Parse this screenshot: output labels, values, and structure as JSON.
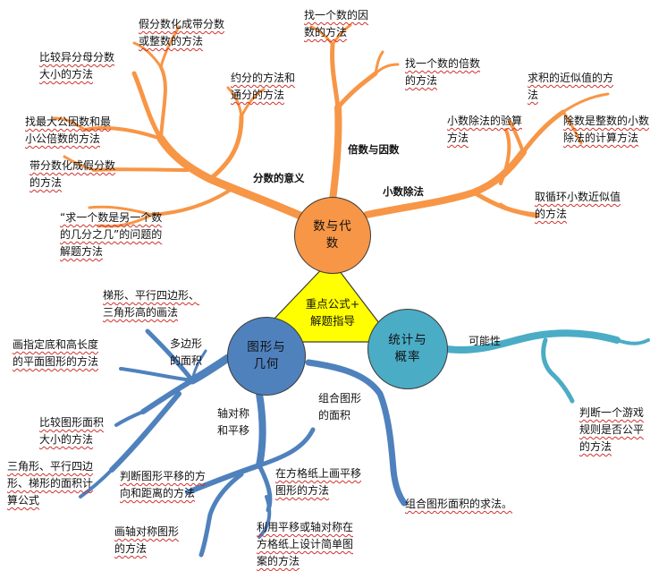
{
  "center": {
    "line1": "重点公式+",
    "line2": "解题指导"
  },
  "colors": {
    "algebra": "#f79646",
    "geometry": "#4f81bd",
    "stats": "#4bacc6",
    "center": "#ffff00",
    "squiggle": "#d0312d"
  },
  "algebra": {
    "node": {
      "line1": "数与代",
      "line2": "数"
    },
    "branch_fen": "分数的意义",
    "branch_bei": "倍数与因数",
    "branch_xiao": "小数除法",
    "leaves": {
      "jiafen": [
        "假分数化成带分数",
        "或整数的方法"
      ],
      "bijiao": [
        "比较异分母分数",
        "大小的方法"
      ],
      "yuefen": [
        "约分的方法和",
        "通分的方法"
      ],
      "zhao_gongyin": [
        "找最大公因数和最",
        "小公倍数的方法"
      ],
      "daifen": [
        "带分数化成假分数",
        "的方法"
      ],
      "qiu": [
        "“求一个数是另一个数",
        "的几分之几”的问题的",
        "解题方法"
      ],
      "yinshu": [
        "找一个数的因",
        "数的方法"
      ],
      "beishu": [
        "找一个数的倍数",
        "的方法"
      ],
      "jisi": [
        "求积的近似值的方",
        "法"
      ],
      "yansuan": [
        "小数除法的验算",
        "方法"
      ],
      "zhengshu": [
        "除数是整数的小数",
        "除法的计算方法"
      ],
      "xunhuan": [
        "取循环小数近似值",
        "的方法"
      ]
    }
  },
  "geometry": {
    "node": {
      "line1": "图形与",
      "line2": "几何"
    },
    "branch_duobian": [
      "多边形",
      "的面积"
    ],
    "branch_zhoudui": [
      "轴对称",
      "和平移"
    ],
    "branch_zuhe": [
      "组合图形",
      "的面积"
    ],
    "leaves": {
      "tixing": [
        "梯形、平行四边形、",
        "三角形高的画法"
      ],
      "huazhi": [
        "画指定底和高长度",
        "的平面图形的方法"
      ],
      "bijiao": [
        "比较图形面积",
        "大小的方法"
      ],
      "sanjiao": [
        "三角形、平行四边",
        "形、梯形的面积计",
        "算公式"
      ],
      "pingyi": [
        "判断图形平移的方",
        "向和距离的方法"
      ],
      "fangge": [
        "在方格纸上画平移",
        "图形的方法"
      ],
      "huazhou": [
        "画轴对称图形",
        "的方法"
      ],
      "liyong": [
        "利用平移或轴对称在",
        "方格纸上设计简单图",
        "案的方法"
      ],
      "zuhe_qiu": [
        "组合图形面积的求法。"
      ]
    }
  },
  "stats": {
    "node": {
      "line1": "统计与",
      "line2": "概率"
    },
    "branch": "可能性",
    "leaves": {
      "youxi": [
        "判断一个游戏",
        "规则是否公平",
        "的方法"
      ]
    }
  }
}
